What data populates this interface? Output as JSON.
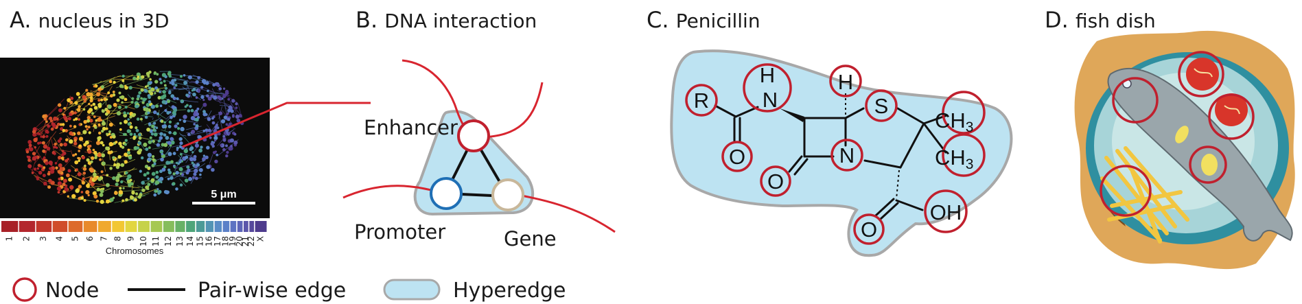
{
  "panels": {
    "a": {
      "letter": "A.",
      "title": "nucleus in 3D",
      "scale_bar": "5 μm",
      "colorbar_title": "Chromosomes",
      "chromosomes": [
        "1",
        "2",
        "3",
        "4",
        "5",
        "6",
        "7",
        "8",
        "9",
        "10",
        "11",
        "12",
        "13",
        "14",
        "15",
        "16",
        "17",
        "18",
        "19",
        "20",
        "21",
        "22",
        "X"
      ]
    },
    "b": {
      "letter": "B.",
      "title": "DNA interaction",
      "labels": {
        "enhancer": "Enhancer",
        "promoter": "Promoter",
        "gene": "Gene"
      }
    },
    "c": {
      "letter": "C.",
      "title": "Penicillin",
      "atoms": {
        "r": "R",
        "n_top": "N",
        "h_top": "H",
        "h_right": "H",
        "s": "S",
        "ch3_1": "CH",
        "ch3_1_sub": "3",
        "ch3_2": "CH",
        "ch3_2_sub": "3",
        "n_ring": "N",
        "o_amide": "O",
        "o_lactam": "O",
        "o_acid": "O",
        "oh": "OH"
      }
    },
    "d": {
      "letter": "D.",
      "title": "fish dish"
    }
  },
  "legend": {
    "node": "Node",
    "edge": "Pair-wise edge",
    "hyperedge": "Hyperedge"
  },
  "colors": {
    "node": "#c0202e",
    "hyperedge_fill": "#bde3f2",
    "hyperedge_stroke": "#a8a8a8",
    "promoter": "#1f6fb5",
    "gene": "#c8b79a"
  }
}
